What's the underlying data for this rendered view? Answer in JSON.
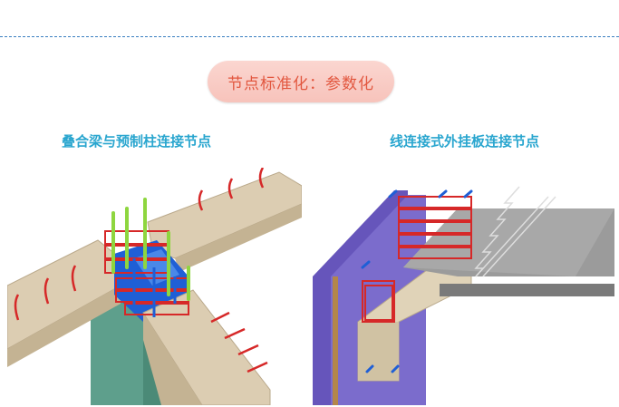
{
  "header": {
    "title": "节点标准化：参数化"
  },
  "left_panel": {
    "caption": "叠合梁与预制柱连接节点"
  },
  "right_panel": {
    "caption": "线连接式外挂板连接节点"
  },
  "colors": {
    "beam": "#dccdb2",
    "column": "#5e9f8c",
    "rebar": "#d62828",
    "core": "#1f5fd6",
    "bolt": "#8ed63f",
    "panel_purple": "#6655bb",
    "slab_gray": "#8a8a8a",
    "pill_text": "#e2573f",
    "caption": "#2aa6cf"
  },
  "icons": [
    "beam-column-joint-drawing",
    "external-panel-joint-drawing"
  ]
}
